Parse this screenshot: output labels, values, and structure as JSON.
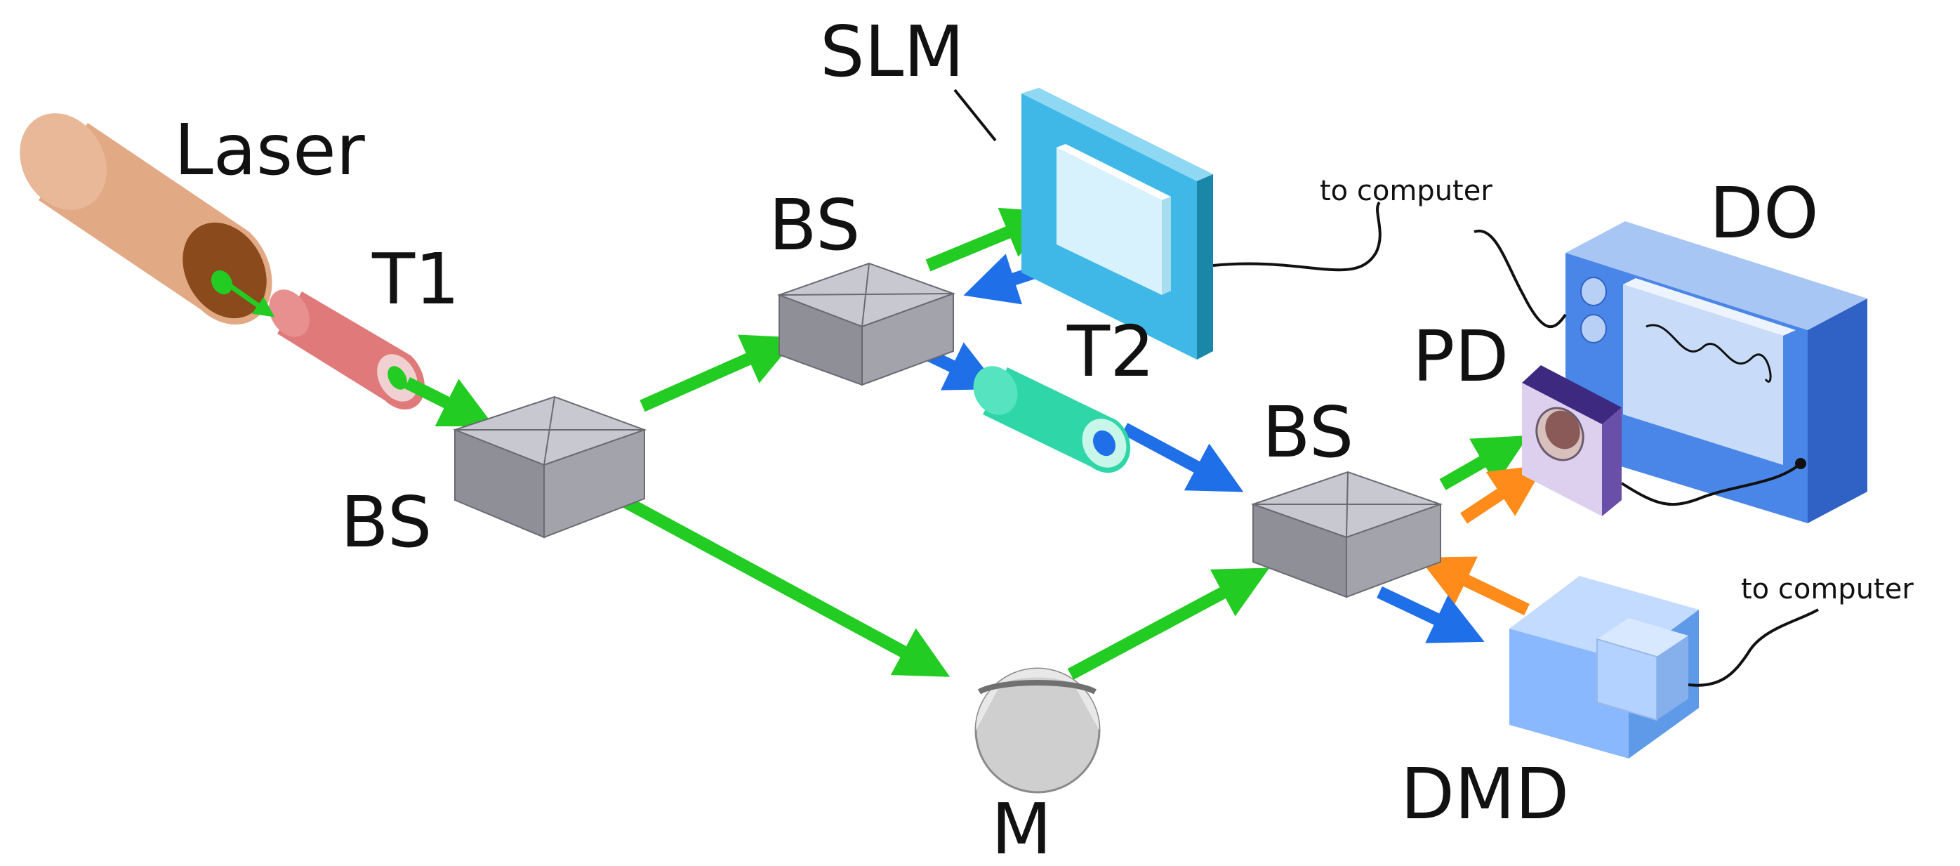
{
  "labels": {
    "laser": "Laser",
    "t1": "T1",
    "bs_input": "BS",
    "bs_top": "BS",
    "slm": "SLM",
    "t2": "T2",
    "bs_output": "BS",
    "mirror": "M",
    "pd": "PD",
    "do": "DO",
    "dmd": "DMD",
    "to_computer_slm": "to computer",
    "to_computer_dmd": "to computer"
  },
  "colors": {
    "green_beam": "#22cc22",
    "blue_beam": "#1f6fe8",
    "orange_beam": "#ff8c1a",
    "laser_body": "#e2a985",
    "telescope_t1": "#e07a7a",
    "telescope_t2": "#33d9b2",
    "slm_frame": "#3fb8e8",
    "do_body": "#4a86e8",
    "dmd_body": "#8ab8ff",
    "bs_cube": "#a8a8b2",
    "pd_frame": "#6a4fa8"
  }
}
